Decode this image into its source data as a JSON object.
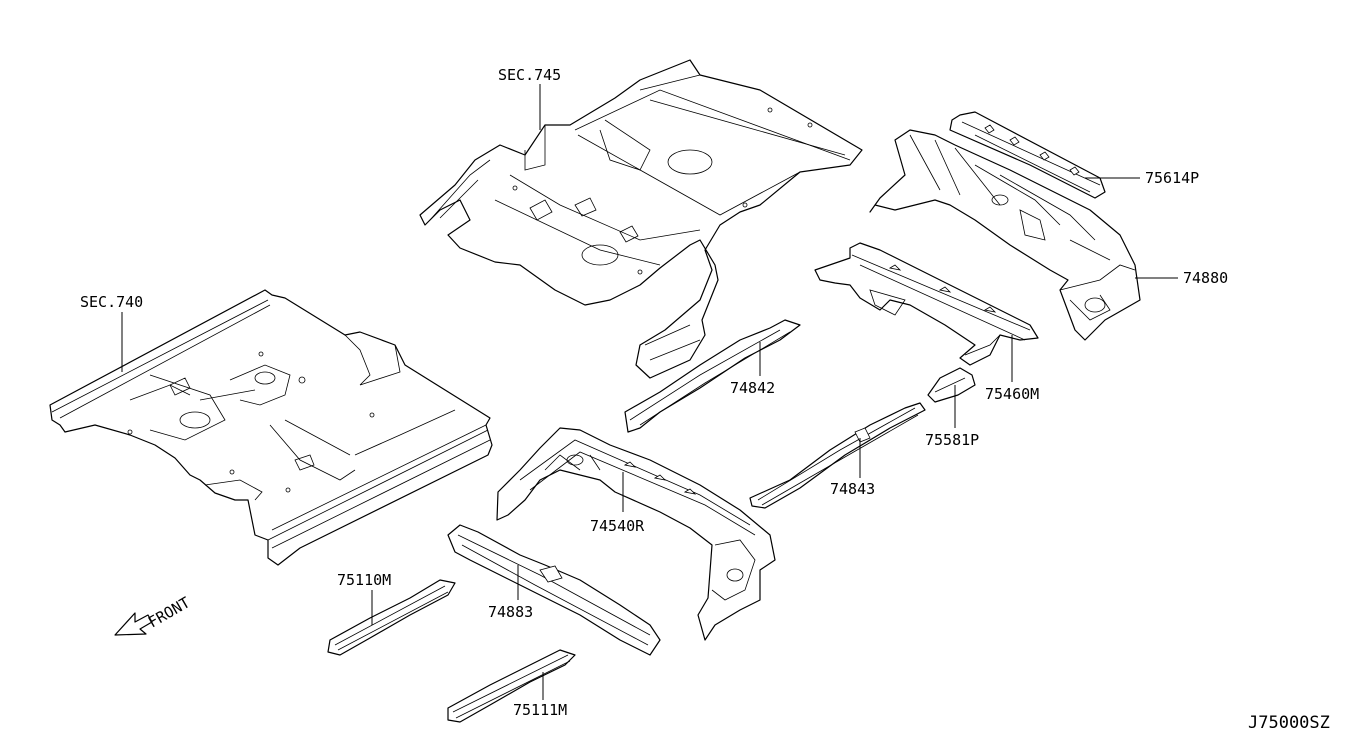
{
  "diagram": {
    "labels": {
      "sec745": "SEC.745",
      "sec740": "SEC.740",
      "p75614P": "75614P",
      "p74880": "74880",
      "p75460M": "75460M",
      "p74842": "74842",
      "p75581P": "75581P",
      "p74843": "74843",
      "p74540R": "74540R",
      "p75110M": "75110M",
      "p74883": "74883",
      "p75111M": "75111M",
      "front": "FRONT",
      "diagram_code": "J75000SZ"
    }
  }
}
